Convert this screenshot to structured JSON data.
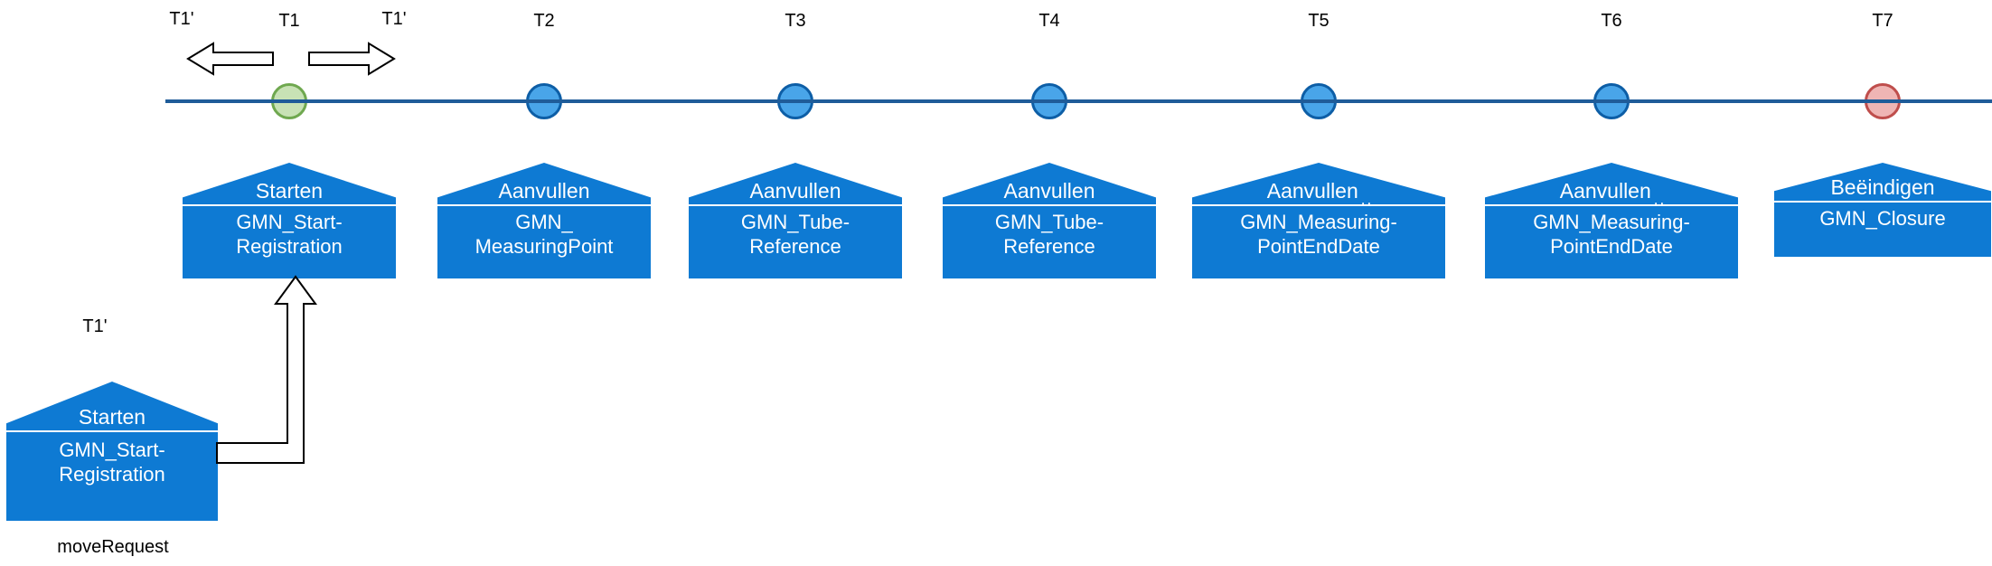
{
  "colors": {
    "banner-blue": "#0e7ad3",
    "timeline-blue": "#1f5c99",
    "node-blue-fill": "#49a5e9",
    "node-blue-border": "#0d5ea6",
    "node-green-fill": "#c8e2b5",
    "node-green-border": "#6fa84f",
    "node-red-fill": "#efb5b4",
    "node-red-border": "#bf4e4c"
  },
  "top_labels": {
    "t1prime_left": "T1'",
    "t1prime_right": "T1'"
  },
  "nodes": [
    {
      "label": "T1",
      "banner_title": "Starten",
      "sub1": "GMN_Start-",
      "sub2": "Registration"
    },
    {
      "label": "T2",
      "banner_title": "Aanvullen",
      "sub1": "GMN_",
      "sub2": "MeasuringPoint"
    },
    {
      "label": "T3",
      "banner_title": "Aanvullen",
      "sub1": "GMN_Tube-",
      "sub2": "Reference"
    },
    {
      "label": "T4",
      "banner_title": "Aanvullen",
      "sub1": "GMN_Tube-",
      "sub2": "Reference"
    },
    {
      "label": "T5",
      "banner_title": "Aanvullen",
      "dots": "..",
      "sub1": "GMN_Measuring-",
      "sub2": "PointEndDate"
    },
    {
      "label": "T6",
      "banner_title": "Aanvullen",
      "dots": "..",
      "sub1": "GMN_Measuring-",
      "sub2": "PointEndDate"
    },
    {
      "label": "T7",
      "banner_title": "Beëindigen",
      "sub1": "GMN_Closure"
    }
  ],
  "move_request": {
    "label": "T1'",
    "banner_title": "Starten",
    "sub1": "GMN_Start-",
    "sub2": "Registration",
    "caption": "moveRequest"
  }
}
